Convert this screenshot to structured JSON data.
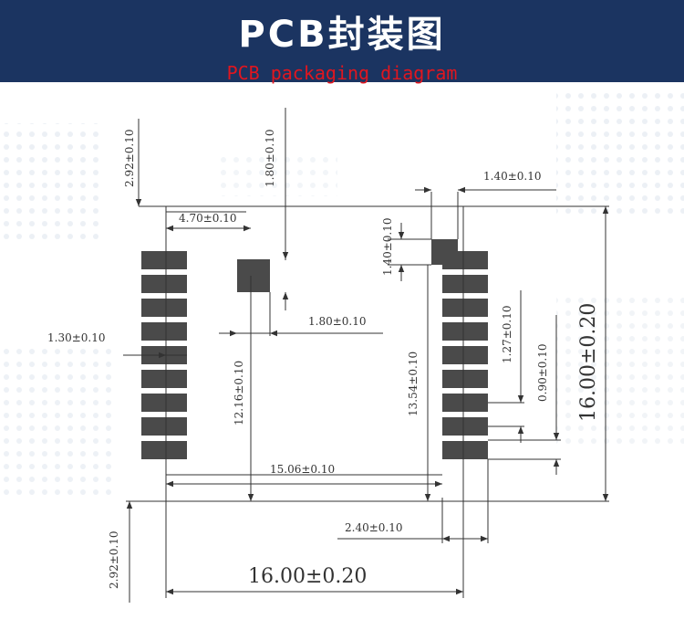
{
  "header": {
    "title": "PCB封装图",
    "subtitle": "PCB packaging diagram",
    "background_color": "#1b3461",
    "subtitle_color": "#e0161f"
  },
  "drawing": {
    "pad_color": "#4a4a4a",
    "line_color": "#333333",
    "dimensions": {
      "top_margin_left": "2.92±0.10",
      "top_square": "1.80±0.10",
      "pad_to_square": "4.70±0.10",
      "square_width": "1.80±0.10",
      "pad_height": "1.30±0.10",
      "square_to_bottom": "12.16±0.10",
      "left_to_right_pads": "15.06±0.10",
      "bottom_margin_left": "2.92±0.10",
      "overall_width": "16.00±0.20",
      "overall_height": "16.00±0.20",
      "right_notch_width": "1.40±0.10",
      "right_notch_height": "1.40±0.10",
      "right_to_bottom": "13.54±0.10",
      "pad_pitch": "1.27±0.10",
      "pad_gap": "0.90±0.10",
      "right_pad_length": "2.40±0.10"
    }
  }
}
